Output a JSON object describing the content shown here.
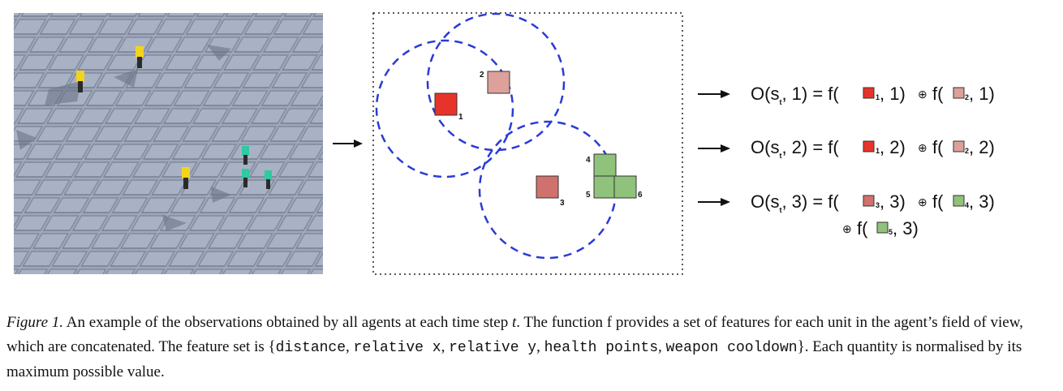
{
  "colors": {
    "circle": "#2a3bd6",
    "unit_red": "#e8332b",
    "unit_pink": "#dea09a",
    "unit_rose": "#d0716e",
    "unit_green": "#8fc27a",
    "terrain": "#9aa4b8"
  },
  "diagram": {
    "unit_labels": [
      "1",
      "2",
      "3",
      "4",
      "5",
      "6"
    ]
  },
  "equations": [
    {
      "lhs_open": "O(s",
      "lhs_sub": "t",
      "lhs_close": ", 1) = f(",
      "term1_sub": "1",
      "term1_tail": ", 1)",
      "oplus": "⊕",
      "term2_head": "f(",
      "term2_sub": "2",
      "term2_tail": ", 1)"
    },
    {
      "lhs_open": "O(s",
      "lhs_sub": "t",
      "lhs_close": ", 2) = f(",
      "term1_sub": "1",
      "term1_tail": ", 2)",
      "oplus": "⊕",
      "term2_head": "f(",
      "term2_sub": "2",
      "term2_tail": ", 2)"
    },
    {
      "lhs_open": "O(s",
      "lhs_sub": "t",
      "lhs_close": ", 3) = f(",
      "term1_sub": "3",
      "term1_tail": ", 3)",
      "oplus": "⊕",
      "term2_head": "f(",
      "term2_sub": "4",
      "term2_tail": ", 3)",
      "cont_oplus": "⊕",
      "cont_head": "f(",
      "cont_sub": "5",
      "cont_tail": ", 3)"
    }
  ],
  "caption": {
    "label": "Figure 1.",
    "part1": " An example of the observations obtained by all agents at each time step ",
    "t": "t",
    "part2": ".  The function f provides a set of features for each unit in the agent’s field of view, which are concatenated.  The feature set is ",
    "brace_open": "{",
    "f1": "distance",
    "comma1": ", ",
    "f2": "relative x",
    "comma2": ", ",
    "f3": "relative y",
    "comma3": ", ",
    "f4": "health points",
    "comma4": ", ",
    "f5": "weapon cooldown",
    "brace_close": "}",
    "part3": ". Each quantity is normalised by its maximum possible value."
  }
}
